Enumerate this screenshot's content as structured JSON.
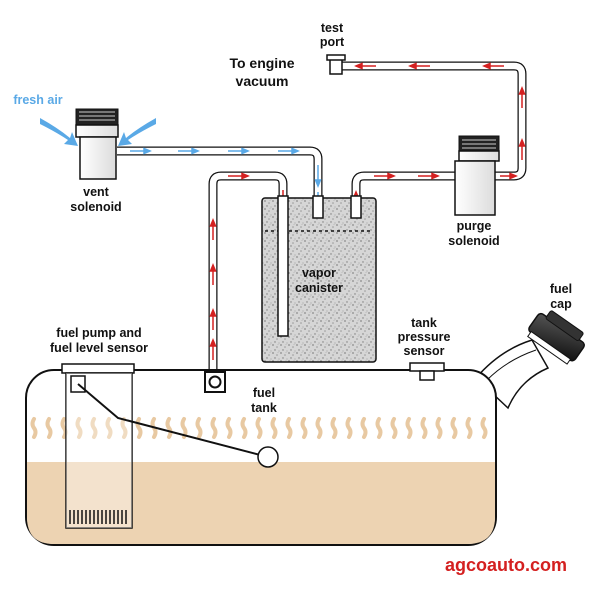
{
  "colors": {
    "fuel": "#edd3b2",
    "vapor_wave": "#e8c9a2",
    "fresh_air": "#5aa9e6",
    "vacuum_arrow": "#d42020",
    "brand": "#d42020",
    "outline": "#111111"
  },
  "labels": {
    "test_port": [
      "test",
      "port"
    ],
    "to_engine_vacuum": [
      "To engine",
      "vacuum"
    ],
    "fresh_air": "fresh air",
    "vent_solenoid": [
      "vent",
      "solenoid"
    ],
    "purge_solenoid": [
      "purge",
      "solenoid"
    ],
    "vapor_canister": [
      "vapor",
      "canister"
    ],
    "fuel_cap": [
      "fuel",
      "cap"
    ],
    "fuel_pump_sensor": [
      "fuel pump and",
      "fuel level sensor"
    ],
    "tank_pressure_sensor": [
      "tank",
      "pressure",
      "sensor"
    ],
    "fuel_tank": [
      "fuel",
      "tank"
    ]
  },
  "brand": "agcoauto.com",
  "icons": [
    "vent-solenoid-icon",
    "purge-solenoid-icon",
    "fuel-cap-icon",
    "fresh-air-arrow-icon",
    "float-icon"
  ]
}
